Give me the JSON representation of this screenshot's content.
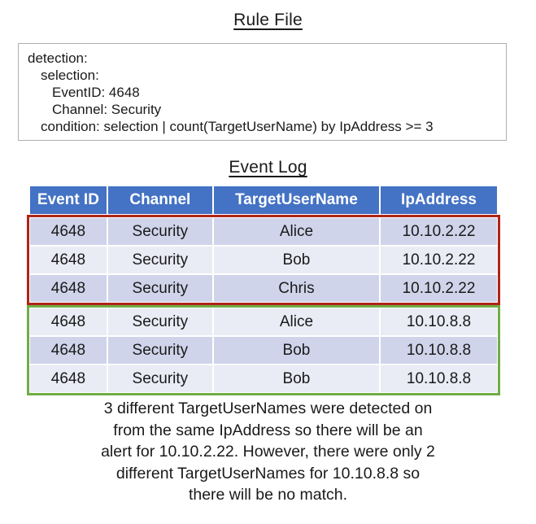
{
  "colors": {
    "header_bg": "#4472C4",
    "header_text": "#FFFFFF",
    "row_band_dark": "#CFD4EA",
    "row_band_light": "#E9EBF5",
    "alert_box_border": "#B02418",
    "no_match_box_border": "#70AD47",
    "rule_box_border": "#AEAEAE"
  },
  "rule_file": {
    "title": "Rule File",
    "lines": [
      "detection:",
      "selection:",
      "EventID: 4648",
      "Channel: Security",
      "condition: selection | count(TargetUserName) by IpAddress >= 3"
    ]
  },
  "event_log": {
    "title": "Event Log",
    "headers": [
      "Event ID",
      "Channel",
      "TargetUserName",
      "IpAddress"
    ],
    "groups": [
      {
        "highlight": "red",
        "rows": [
          [
            "4648",
            "Security",
            "Alice",
            "10.10.2.22"
          ],
          [
            "4648",
            "Security",
            "Bob",
            "10.10.2.22"
          ],
          [
            "4648",
            "Security",
            "Chris",
            "10.10.2.22"
          ]
        ]
      },
      {
        "highlight": "green",
        "rows": [
          [
            "4648",
            "Security",
            "Alice",
            "10.10.8.8"
          ],
          [
            "4648",
            "Security",
            "Bob",
            "10.10.8.8"
          ],
          [
            "4648",
            "Security",
            "Bob",
            "10.10.8.8"
          ]
        ]
      }
    ]
  },
  "explanation": {
    "lines": [
      "3 different TargetUserNames were detected on",
      "from the same IpAddress so there will be an",
      "alert for 10.10.2.22. However, there were only 2",
      "different TargetUserNames for 10.10.8.8 so",
      "there will be no match."
    ]
  }
}
